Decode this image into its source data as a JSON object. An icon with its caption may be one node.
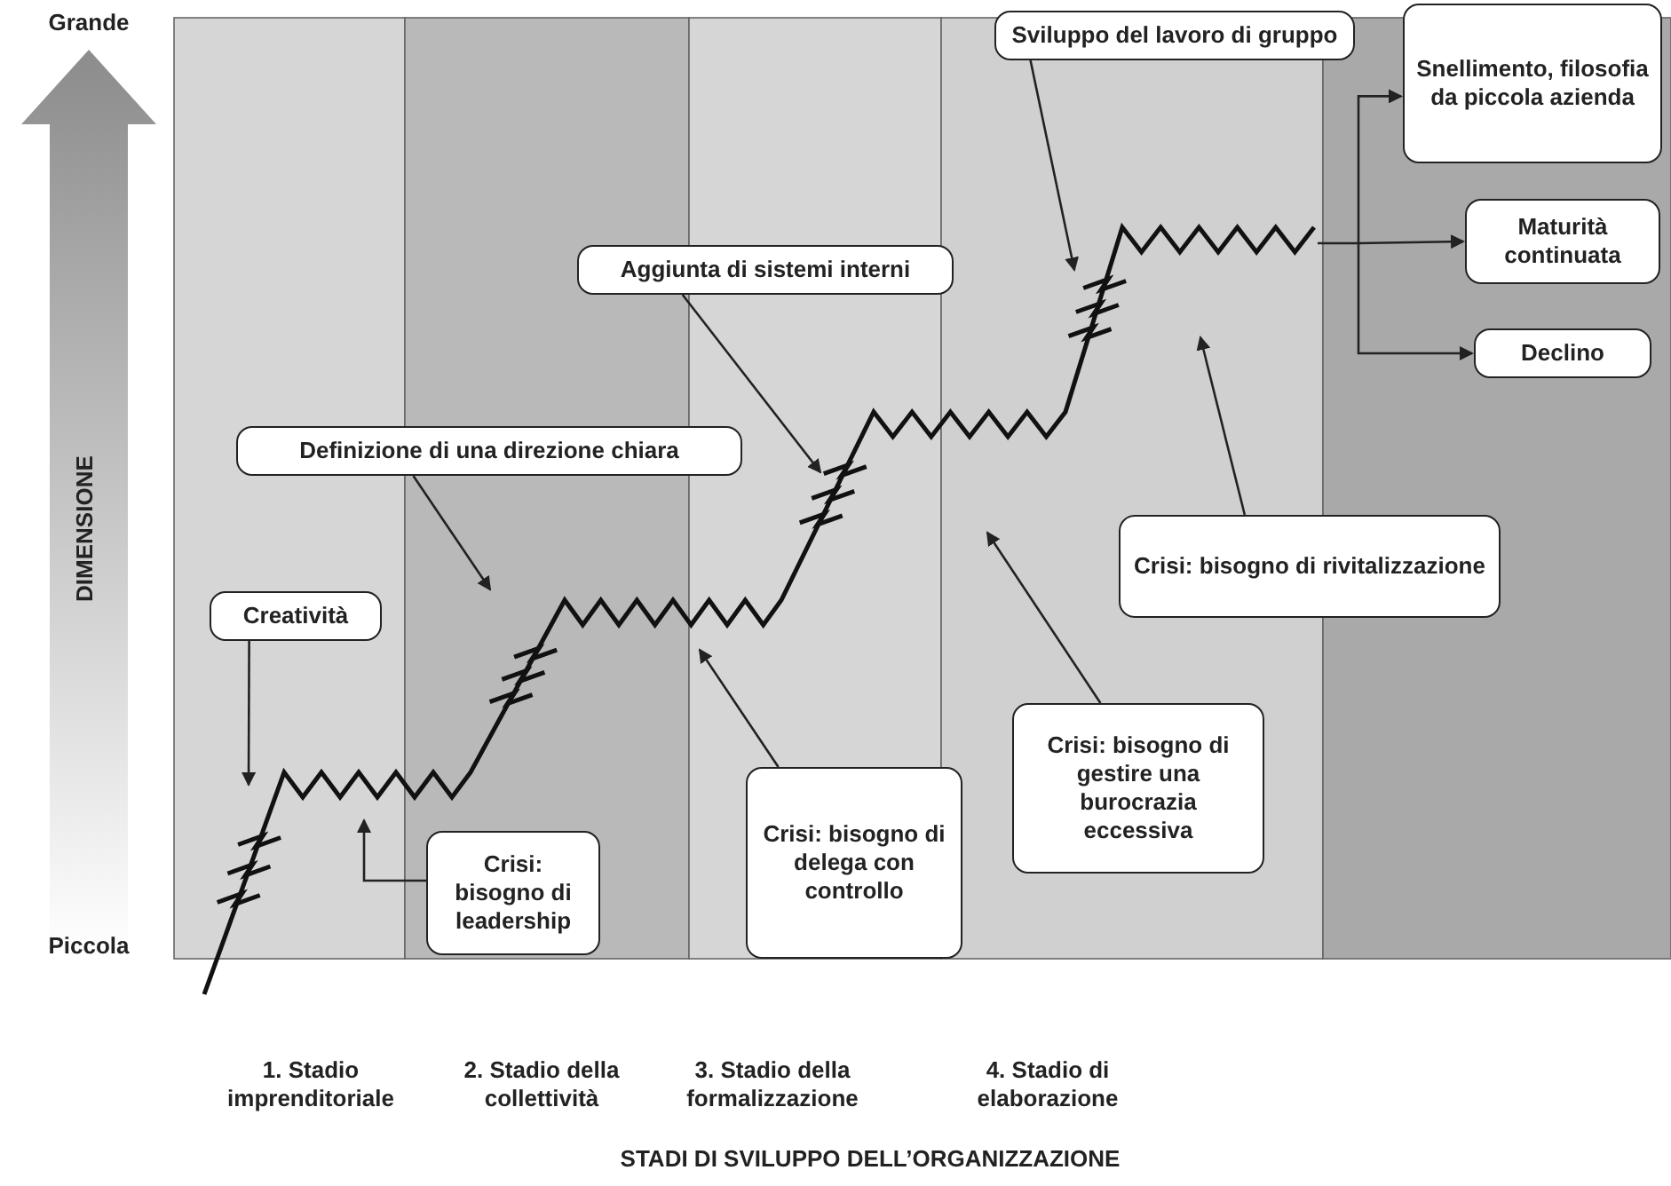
{
  "diagram": {
    "nodes": [
      {
        "text": [
          "Creatività"
        ]
      },
      {
        "text": [
          "Definizione di una direzione chiara"
        ]
      },
      {
        "text": [
          "Aggiunta di sistemi interni"
        ]
      },
      {
        "text": [
          "Sviluppo del lavoro di gruppo"
        ]
      },
      {
        "text": [
          "Crisi: bisogno di leadership"
        ]
      },
      {
        "text": [
          "Crisi: bisogno di delega con controllo"
        ]
      },
      {
        "text": [
          "Crisi: bisogno di gestire una burocrazia eccessiva"
        ]
      },
      {
        "text": [
          "Crisi: bisogno di rivitalizzazione"
        ]
      },
      {
        "text": [
          "Snellimento, filosofia da piccola azienda"
        ]
      },
      {
        "text": [
          "Maturità continuata"
        ]
      },
      {
        "text": [
          "Declino"
        ]
      }
    ],
    "edges": [
      {
        "from": 0,
        "to": null,
        "arrow": "to"
      },
      {
        "from": 1,
        "to": null,
        "arrow": "to"
      },
      {
        "from": 2,
        "to": null,
        "arrow": "to"
      },
      {
        "from": 3,
        "to": null,
        "arrow": "to"
      },
      {
        "from": 4,
        "to": null,
        "arrow": "to"
      },
      {
        "from": 5,
        "to": null,
        "arrow": "to"
      },
      {
        "from": 6,
        "to": null,
        "arrow": "to"
      },
      {
        "from": 7,
        "to": null,
        "arrow": "to"
      },
      {
        "from": null,
        "to": 8,
        "arrow": "to"
      },
      {
        "from": null,
        "to": 9,
        "arrow": "to"
      },
      {
        "from": null,
        "to": 10,
        "arrow": "to"
      }
    ],
    "labels": [
      "Grande",
      "DIMENSIONE",
      "Piccola",
      "1. Stadio imprenditoriale",
      "2. Stadio della collettività",
      "3. Stadio della formalizzazione",
      "4. Stadio di elaborazione",
      "STADI DI SVILUPPO DELL’ORGANIZZAZIONE"
    ]
  }
}
